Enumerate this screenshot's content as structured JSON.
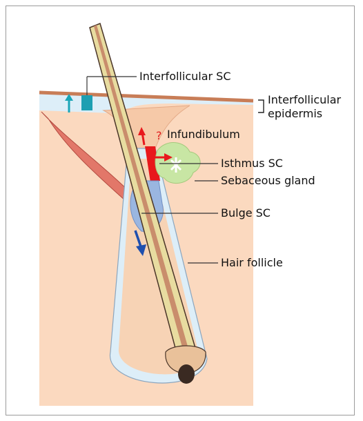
{
  "labels": {
    "interfollicular_sc": "Interfollicular SC",
    "interfollicular_epidermis_line1": "Interfollicular",
    "interfollicular_epidermis_line2": "epidermis",
    "infundibulum": "Infundibulum",
    "isthmus_sc": "Isthmus SC",
    "sebaceous_gland": "Sebaceous gland",
    "bulge_sc": "Bulge SC",
    "hair_follicle": "Hair follicle",
    "unknown_mark": "?"
  },
  "colors": {
    "dermis": "#fbd9bf",
    "epidermis": "#ddeef8",
    "skin_surface": "#c87d57",
    "interfollicular_sc": "#1e9fb2",
    "arrow_cyan": "#1aa6b7",
    "isthmus_sc": "#e8181c",
    "sebaceous_gland": "#c8e6a4",
    "bulge_sc": "#9ab6e0",
    "arrow_blue": "#1f4fae",
    "muscle": "#e27769",
    "hair_shaft": "#e8dca0",
    "hair_core": "#c98d6c",
    "papilla": "#3a2a22"
  }
}
